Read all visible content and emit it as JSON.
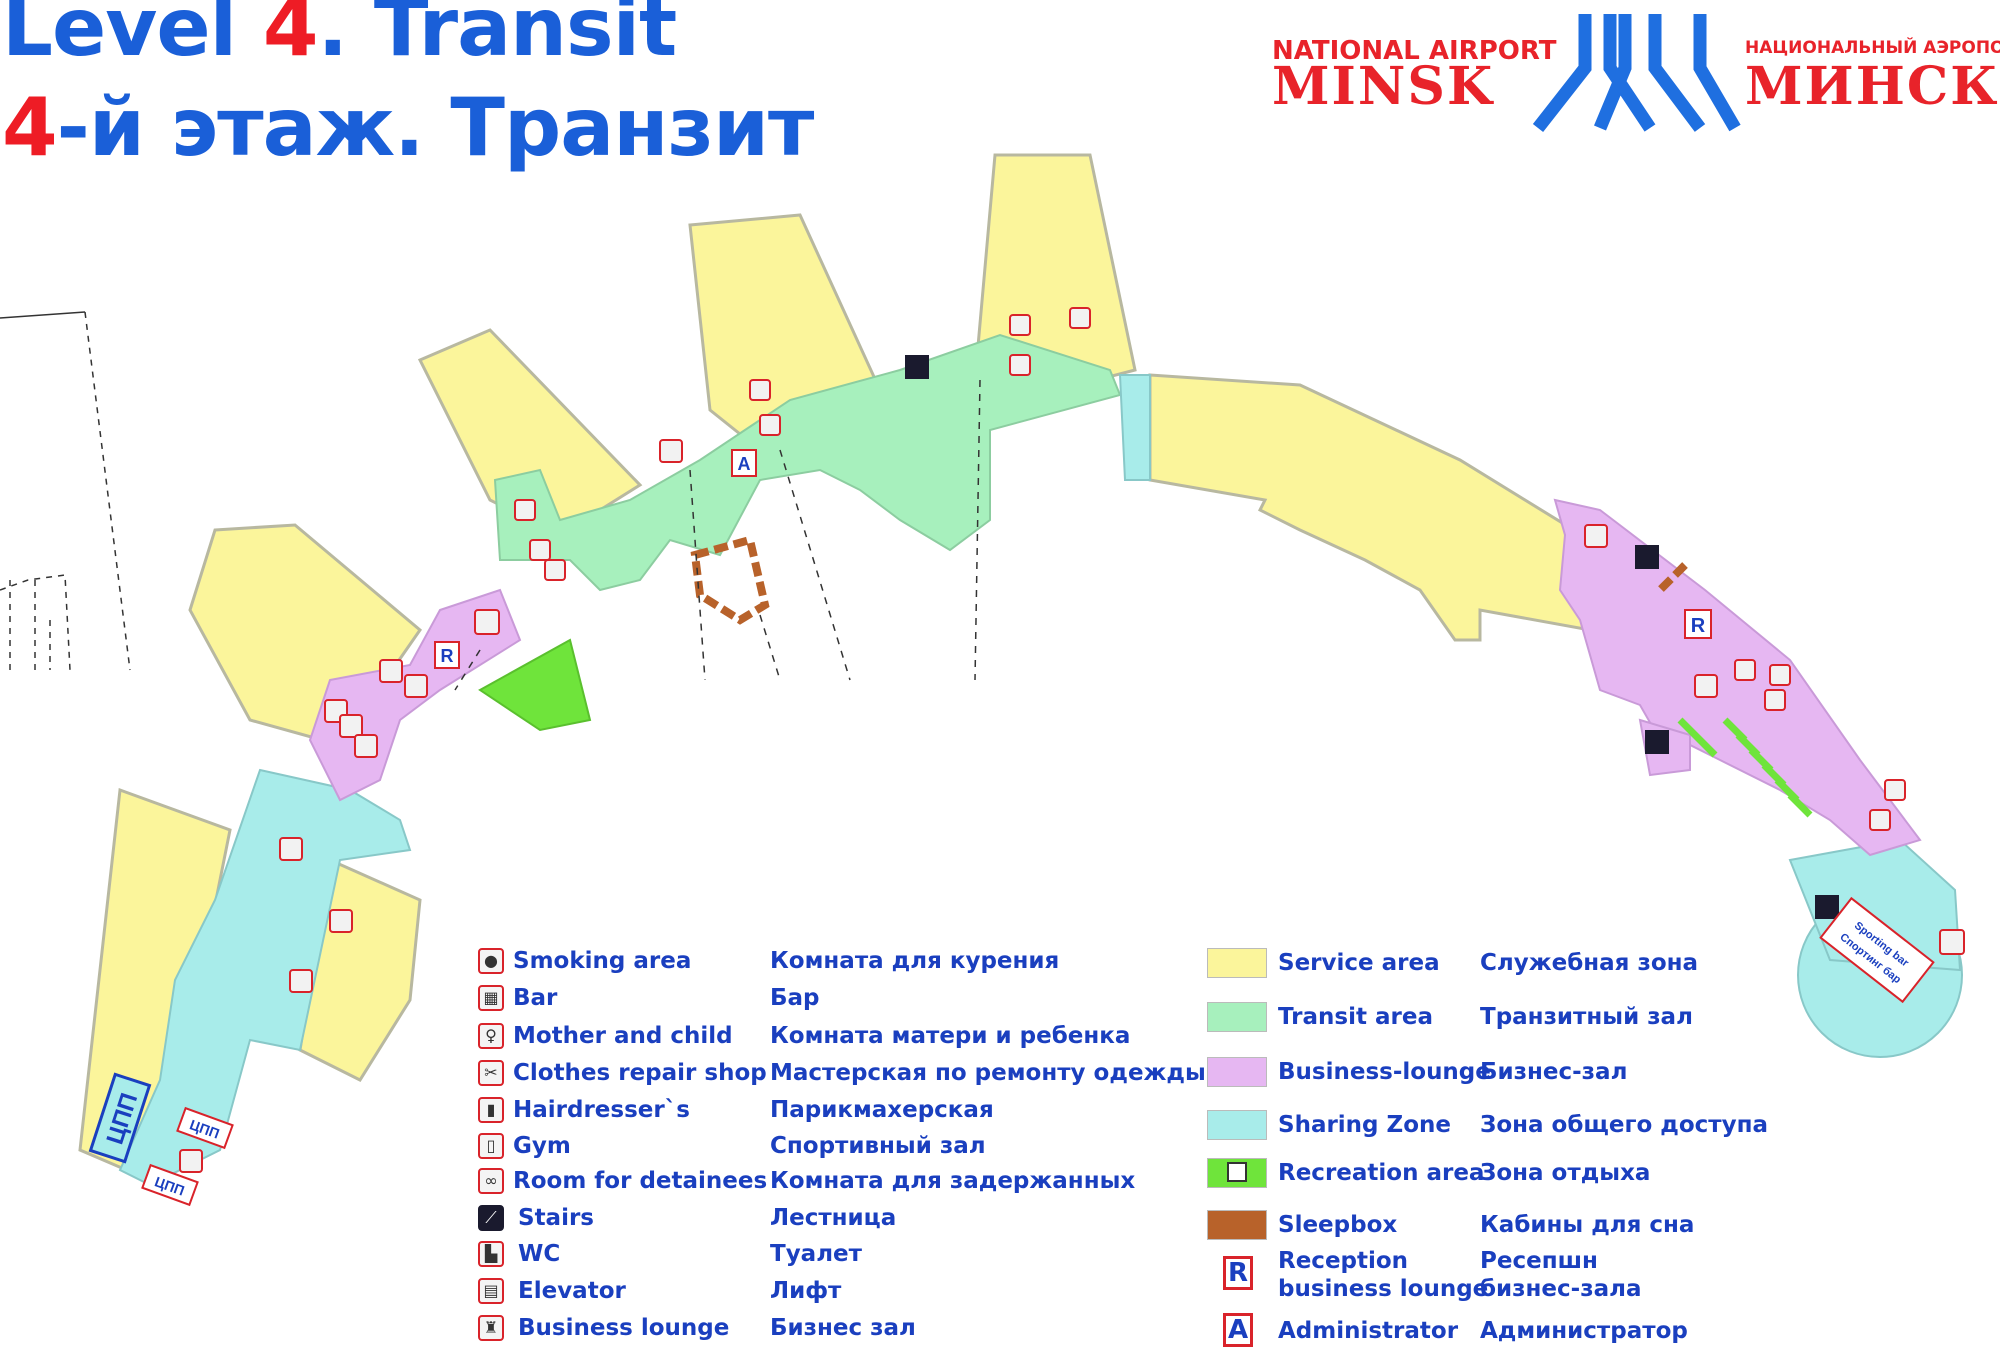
{
  "title": {
    "en_prefix": "Level ",
    "en_num": "4",
    "en_suffix": ". Transit",
    "ru_num": "4",
    "ru_suffix": "-й этаж. Транзит"
  },
  "logo": {
    "en_sub": "NATIONAL AIRPORT",
    "en_main": "MINSK",
    "ru_sub": "НАЦИОНАЛЬНЫЙ АЭРОПОРТ",
    "ru_main": "МИНСК"
  },
  "map_labels": {
    "checkpoint_big": "ЦПП",
    "checkpoint_small_1": "ЦПП",
    "checkpoint_small_2": "ЦПП",
    "reception_1": "R",
    "reception_2": "R",
    "admin": "A",
    "sports_bar": "Sporting bar",
    "sports_bar_ru": "Спортинг бар"
  },
  "legend_icons": [
    {
      "icon": "smoking-icon",
      "en": "Smoking area",
      "ru": "Комната для курения"
    },
    {
      "icon": "bar-icon",
      "en": "Bar",
      "ru": "Бар"
    },
    {
      "icon": "mother-child-icon",
      "en": "Mother and child",
      "ru": "Комната матери и ребенка"
    },
    {
      "icon": "clothes-repair-icon",
      "en": "Clothes repair shop",
      "ru": "Мастерская по ремонту одежды"
    },
    {
      "icon": "hairdresser-icon",
      "en": "Hairdresser`s",
      "ru": "Парикмахерская"
    },
    {
      "icon": "gym-icon",
      "en": "Gym",
      "ru": "Спортивный зал"
    },
    {
      "icon": "detainees-icon",
      "en": "Room for detainees",
      "ru": "Комната для задержанных"
    },
    {
      "icon": "stairs-icon",
      "en": "Stairs",
      "ru": "Лестница"
    },
    {
      "icon": "wc-icon",
      "en": "WC",
      "ru": "Туалет"
    },
    {
      "icon": "elevator-icon",
      "en": "Elevator",
      "ru": "Лифт"
    },
    {
      "icon": "business-lounge-icon",
      "en": "Business lounge",
      "ru": "Бизнес зал"
    }
  ],
  "legend_areas": [
    {
      "en": "Service area",
      "ru": "Служебная зона",
      "color": "#fbf59b"
    },
    {
      "en": "Transit area",
      "ru": "Транзитный зал",
      "color": "#a7f0bd"
    },
    {
      "en": "Business-lounge",
      "ru": "Бизнес-зал",
      "color": "#e6b7f2"
    },
    {
      "en": "Sharing Zone",
      "ru": "Зона общего доступа",
      "color": "#a8ecea"
    },
    {
      "en": "Recreation area",
      "ru": "Зона отдыха",
      "color": "#6fe43b"
    },
    {
      "en": "Sleepbox",
      "ru": "Кабины для сна",
      "color": "#b8622a"
    }
  ],
  "legend_letters": [
    {
      "letter": "R",
      "en_1": "Reception",
      "en_2": "business lounge",
      "ru_1": "Ресепшн",
      "ru_2": "бизнес-зала"
    },
    {
      "letter": "A",
      "en_1": "Administrator",
      "ru_1": "Администратор"
    }
  ],
  "colors": {
    "title_blue": "#1a5fd8",
    "title_red": "#ee1c25",
    "logo_red": "#e8232a",
    "logo_blue": "#1f6fe0",
    "legend_text": "#1a3fbf"
  }
}
